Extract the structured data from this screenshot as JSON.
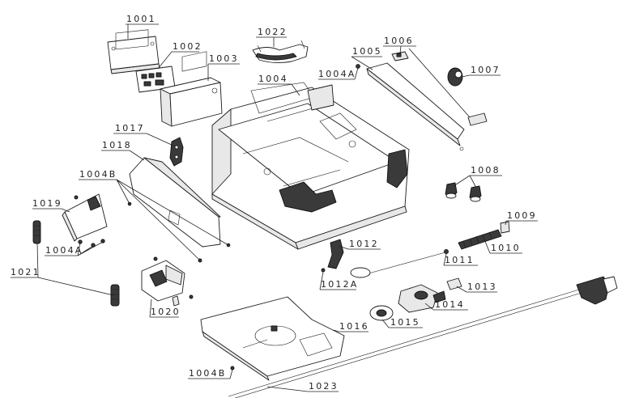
{
  "labels": [
    {
      "id": "l1001",
      "text": "1001"
    },
    {
      "id": "l1002",
      "text": "1002"
    },
    {
      "id": "l1003",
      "text": "1003"
    },
    {
      "id": "l1004",
      "text": "1004"
    },
    {
      "id": "l1004a_top",
      "text": "1004A"
    },
    {
      "id": "l1005",
      "text": "1005"
    },
    {
      "id": "l1006",
      "text": "1006"
    },
    {
      "id": "l1007",
      "text": "1007"
    },
    {
      "id": "l1008",
      "text": "1008"
    },
    {
      "id": "l1009",
      "text": "1009"
    },
    {
      "id": "l1010",
      "text": "1010"
    },
    {
      "id": "l1011",
      "text": "1011"
    },
    {
      "id": "l1012",
      "text": "1012"
    },
    {
      "id": "l1012a",
      "text": "1012A"
    },
    {
      "id": "l1013",
      "text": "1013"
    },
    {
      "id": "l1014",
      "text": "1014"
    },
    {
      "id": "l1015",
      "text": "1015"
    },
    {
      "id": "l1016",
      "text": "1016"
    },
    {
      "id": "l1017",
      "text": "1017"
    },
    {
      "id": "l1018",
      "text": "1018"
    },
    {
      "id": "l1004b_left",
      "text": "1004B"
    },
    {
      "id": "l1019",
      "text": "1019"
    },
    {
      "id": "l1004a_left",
      "text": "1004A"
    },
    {
      "id": "l1021",
      "text": "1021"
    },
    {
      "id": "l1020",
      "text": "1020"
    },
    {
      "id": "l1004b_bottom",
      "text": "1004B"
    },
    {
      "id": "l1022",
      "text": "1022"
    },
    {
      "id": "l1023",
      "text": "1023"
    }
  ]
}
